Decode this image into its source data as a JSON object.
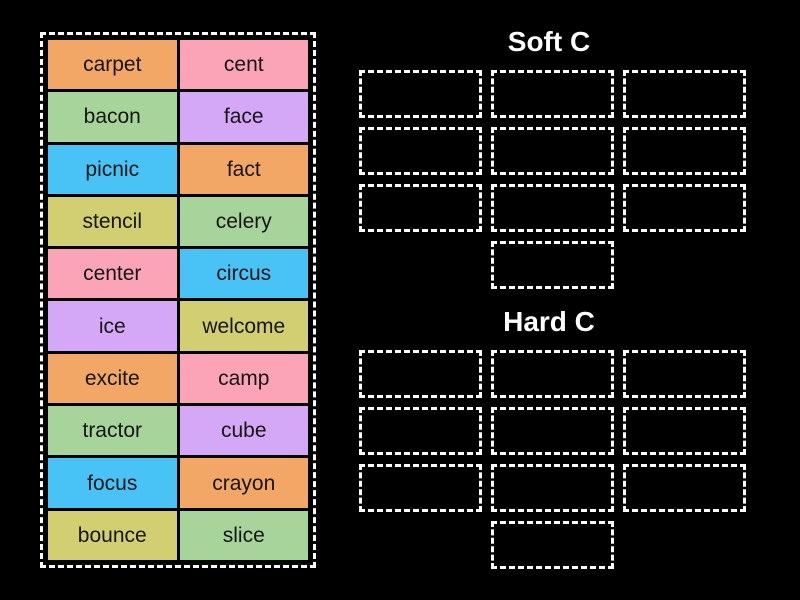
{
  "activity": {
    "type": "word-sort-drag-and-drop",
    "background_color": "#000000"
  },
  "word_bank": {
    "name": "word-bank",
    "border_color": "#ffffff",
    "tiles": [
      {
        "label": "carpet",
        "color": "#F2A766"
      },
      {
        "label": "cent",
        "color": "#FCA4B7"
      },
      {
        "label": "bacon",
        "color": "#A6D49A"
      },
      {
        "label": "face",
        "color": "#D4A8F7"
      },
      {
        "label": "picnic",
        "color": "#49C2F5"
      },
      {
        "label": "fact",
        "color": "#F2A766"
      },
      {
        "label": "stencil",
        "color": "#D2CF72"
      },
      {
        "label": "celery",
        "color": "#A6D49A"
      },
      {
        "label": "center",
        "color": "#FCA4B7"
      },
      {
        "label": "circus",
        "color": "#49C2F5"
      },
      {
        "label": "ice",
        "color": "#D4A8F7"
      },
      {
        "label": "welcome",
        "color": "#D2CF72"
      },
      {
        "label": "excite",
        "color": "#F2A766"
      },
      {
        "label": "camp",
        "color": "#FCA4B7"
      },
      {
        "label": "tractor",
        "color": "#A6D49A"
      },
      {
        "label": "cube",
        "color": "#D4A8F7"
      },
      {
        "label": "focus",
        "color": "#49C2F5"
      },
      {
        "label": "crayon",
        "color": "#F2A766"
      },
      {
        "label": "bounce",
        "color": "#D2CF72"
      },
      {
        "label": "slice",
        "color": "#A6D49A"
      }
    ]
  },
  "categories": [
    {
      "id": "soft-c",
      "title": "Soft C",
      "dropzone_count": 10,
      "dropzones": [
        {
          "value": ""
        },
        {
          "value": ""
        },
        {
          "value": ""
        },
        {
          "value": ""
        },
        {
          "value": ""
        },
        {
          "value": ""
        },
        {
          "value": ""
        },
        {
          "value": ""
        },
        {
          "value": ""
        },
        {
          "value": ""
        }
      ]
    },
    {
      "id": "hard-c",
      "title": "Hard C",
      "dropzone_count": 10,
      "dropzones": [
        {
          "value": ""
        },
        {
          "value": ""
        },
        {
          "value": ""
        },
        {
          "value": ""
        },
        {
          "value": ""
        },
        {
          "value": ""
        },
        {
          "value": ""
        },
        {
          "value": ""
        },
        {
          "value": ""
        },
        {
          "value": ""
        }
      ]
    }
  ]
}
